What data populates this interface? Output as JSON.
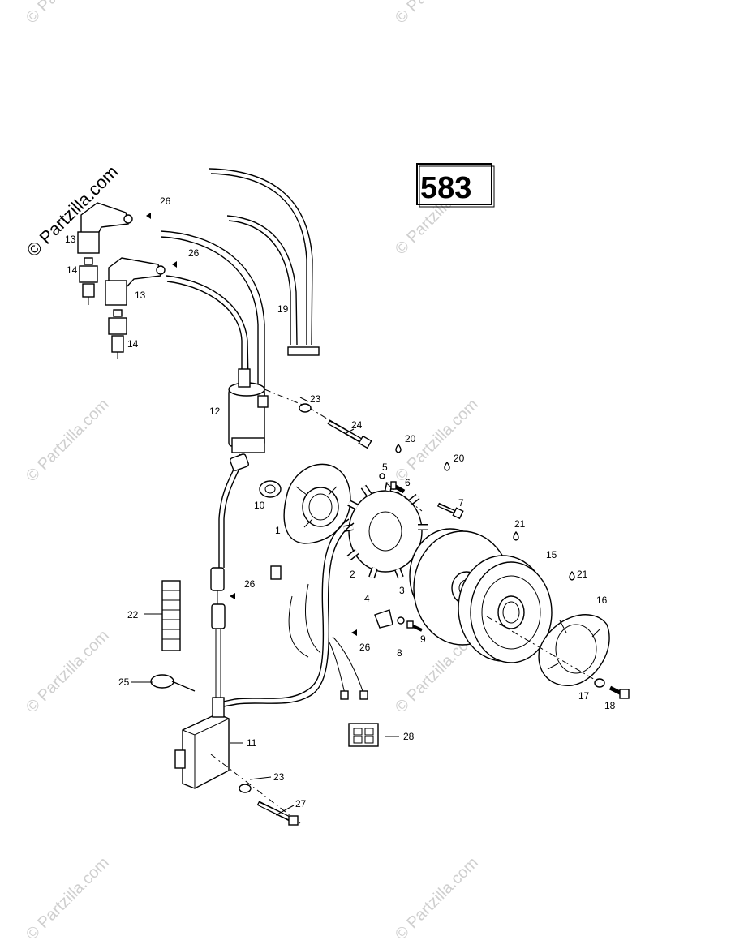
{
  "engine_code": "583",
  "watermark_text": "© Partzilla.com",
  "callouts": [
    "26",
    "13",
    "14",
    "26",
    "13",
    "14",
    "19",
    "12",
    "23",
    "24",
    "20",
    "20",
    "5",
    "6",
    "7",
    "10",
    "1",
    "2",
    "21",
    "15",
    "21",
    "3",
    "4",
    "9",
    "8",
    "26",
    "22",
    "26",
    "16",
    "25",
    "17",
    "18",
    "28",
    "11",
    "23",
    "27"
  ]
}
